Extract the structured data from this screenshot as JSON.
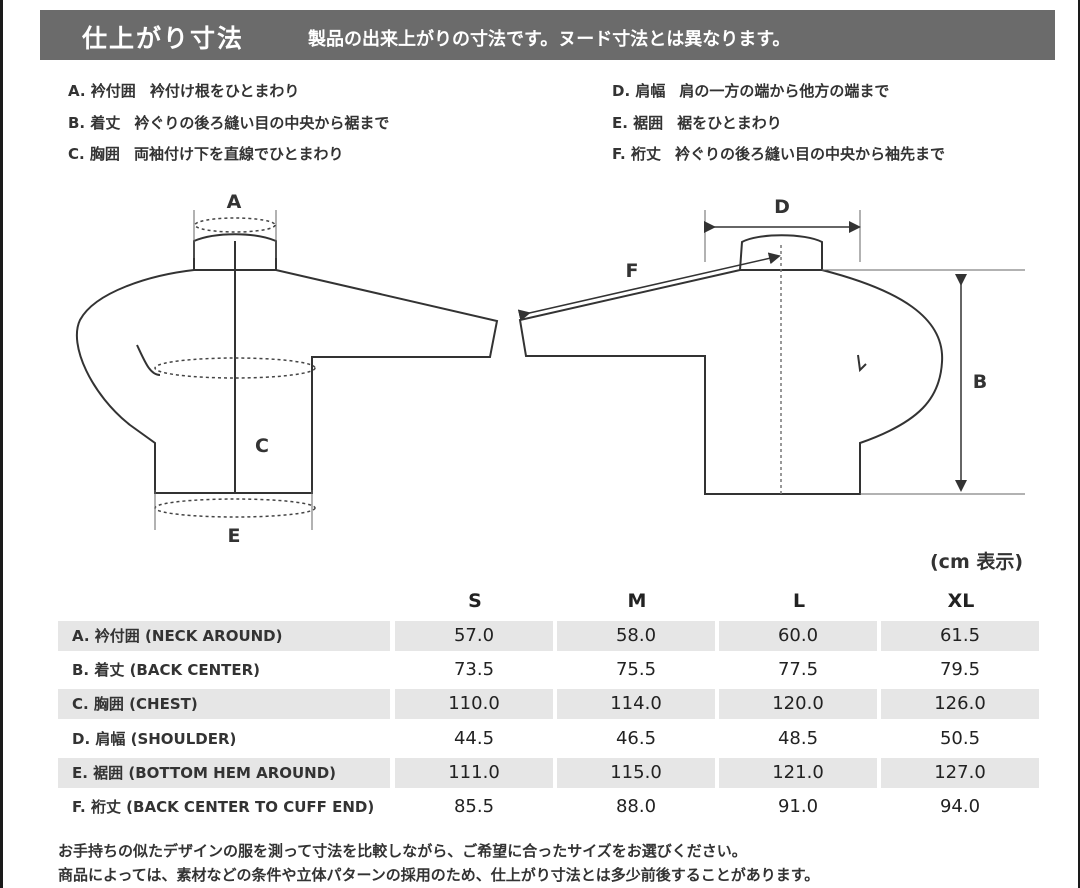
{
  "header": {
    "title": "仕上がり寸法",
    "subtitle": "製品の出来上がりの寸法です。ヌード寸法とは異なります。"
  },
  "legend": [
    {
      "label": "A. 衿付囲",
      "desc": "衿付け根をひとまわり"
    },
    {
      "label": "B. 着丈",
      "desc": "衿ぐりの後ろ縫い目の中央から裾まで"
    },
    {
      "label": "C. 胸囲",
      "desc": "両袖付け下を直線でひとまわり"
    },
    {
      "label": "D. 肩幅",
      "desc": "肩の一方の端から他方の端まで"
    },
    {
      "label": "E. 裾囲",
      "desc": "裾をひとまわり"
    },
    {
      "label": "F. 裄丈",
      "desc": "衿ぐりの後ろ縫い目の中央から袖先まで"
    }
  ],
  "diagram_labels": {
    "A": "A",
    "B": "B",
    "C": "C",
    "D": "D",
    "E": "E",
    "F": "F"
  },
  "unit_note": "(cm 表示)",
  "table": {
    "sizes": [
      "S",
      "M",
      "L",
      "XL"
    ],
    "rows": [
      {
        "label": "A. 衿付囲 (NECK AROUND)",
        "values": [
          "57.0",
          "58.0",
          "60.0",
          "61.5"
        ]
      },
      {
        "label": "B. 着丈 (BACK CENTER)",
        "values": [
          "73.5",
          "75.5",
          "77.5",
          "79.5"
        ]
      },
      {
        "label": "C. 胸囲 (CHEST)",
        "values": [
          "110.0",
          "114.0",
          "120.0",
          "126.0"
        ]
      },
      {
        "label": "D. 肩幅 (SHOULDER)",
        "values": [
          "44.5",
          "46.5",
          "48.5",
          "50.5"
        ]
      },
      {
        "label": "E. 裾囲 (BOTTOM HEM AROUND)",
        "values": [
          "111.0",
          "115.0",
          "121.0",
          "127.0"
        ]
      },
      {
        "label": "F. 裄丈 (BACK CENTER TO CUFF END)",
        "values": [
          "85.5",
          "88.0",
          "91.0",
          "94.0"
        ]
      }
    ]
  },
  "footnotes": [
    "お手持ちの似たデザインの服を測って寸法を比較しながら、ご希望に合ったサイズをお選びください。",
    "商品によっては、素材などの条件や立体パターンの採用のため、仕上がり寸法とは多少前後することがあります。"
  ]
}
